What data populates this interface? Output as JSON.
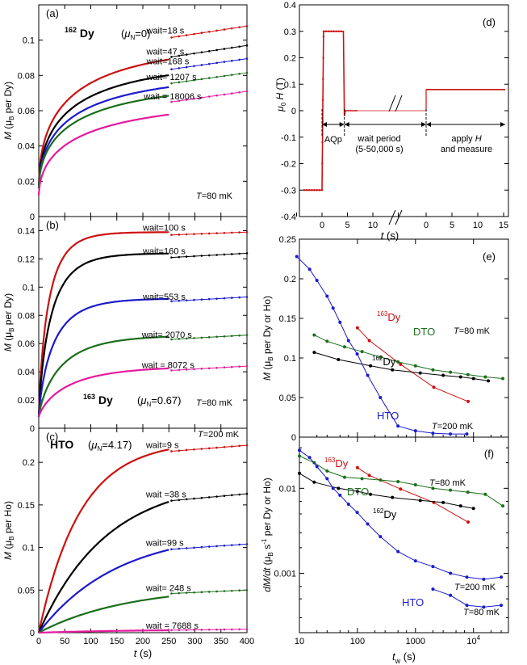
{
  "chart_data": [
    {
      "panel": "(a)",
      "type": "line",
      "title": "162 Dy (μN=0)",
      "title_iso": "162",
      "title_elem": "Dy",
      "title_param": "(μN=0)",
      "temp_label": "T=80 mK",
      "xlabel": "t (s)",
      "ylabel": "M (μB per Dy)",
      "xlim": [
        0,
        400
      ],
      "ylim": [
        0,
        0.12
      ],
      "yticks": [
        "0",
        "0.02",
        "0.04",
        "0.06",
        "0.08",
        "0.1"
      ],
      "series": [
        {
          "name": "wait=18 s",
          "color": "#cc1111",
          "m0": 0.018,
          "a": 0.082,
          "tau": 70,
          "p": 0.55,
          "tail": [
            0.1015,
            0.108
          ]
        },
        {
          "name": "wait=47 s",
          "color": "#000000",
          "m0": 0.016,
          "a": 0.074,
          "tau": 70,
          "p": 0.55,
          "tail": [
            0.0905,
            0.097
          ]
        },
        {
          "name": "wait=168 s",
          "color": "#1a1acc",
          "m0": 0.016,
          "a": 0.067,
          "tau": 75,
          "p": 0.55,
          "tail": [
            0.0835,
            0.0895
          ]
        },
        {
          "name": "wait= 1207 s",
          "color": "#1a6e1a",
          "m0": 0.016,
          "a": 0.062,
          "tau": 80,
          "p": 0.55,
          "tail": [
            0.0755,
            0.0815
          ]
        },
        {
          "name": "wait = 18006 s",
          "color": "#e5199e",
          "m0": 0.012,
          "a": 0.056,
          "tau": 95,
          "p": 0.55,
          "tail": [
            0.065,
            0.071
          ]
        }
      ]
    },
    {
      "panel": "(b)",
      "type": "line",
      "title": "163 Dy (μN=0.67)",
      "title_iso": "163",
      "title_elem": "Dy",
      "title_param": "(μN=0.67)",
      "temp_label": "T=80 mK",
      "xlabel": "t (s)",
      "ylabel": "M (μB per Dy)",
      "xlim": [
        0,
        400
      ],
      "ylim": [
        0,
        0.15
      ],
      "yticks": [
        "0",
        "0.02",
        "0.04",
        "0.06",
        "0.08",
        "0.1",
        "0.12",
        "0.14"
      ],
      "series": [
        {
          "name": "wait=100 s",
          "color": "#cc1111",
          "m0": 0.008,
          "a": 0.131,
          "tau": 20,
          "p": 0.8,
          "tail": [
            0.137,
            0.139
          ]
        },
        {
          "name": "wait=160 s",
          "color": "#000000",
          "m0": 0.008,
          "a": 0.116,
          "tau": 25,
          "p": 0.8,
          "tail": [
            0.121,
            0.124
          ]
        },
        {
          "name": "wait=553 s",
          "color": "#1a1acc",
          "m0": 0.008,
          "a": 0.084,
          "tau": 30,
          "p": 0.8,
          "tail": [
            0.09,
            0.093
          ]
        },
        {
          "name": "wait= 2070 s",
          "color": "#1a6e1a",
          "m0": 0.008,
          "a": 0.058,
          "tau": 45,
          "p": 0.8,
          "tail": [
            0.063,
            0.066
          ]
        },
        {
          "name": "wait = 8072 s",
          "color": "#e5199e",
          "m0": 0.008,
          "a": 0.036,
          "tau": 60,
          "p": 0.8,
          "tail": [
            0.041,
            0.044
          ]
        }
      ]
    },
    {
      "panel": "(c)",
      "type": "line",
      "title": "HTO (μN=4.17)",
      "title_elem": "HTO",
      "title_param": "(μN=4.17)",
      "temp_label": "T=200 mK",
      "xlabel": "t (s)",
      "ylabel": "M (μB per Ho)",
      "xlim": [
        0,
        400
      ],
      "ylim": [
        0,
        0.24
      ],
      "xticks": [
        "0",
        "50",
        "100",
        "150",
        "200",
        "250",
        "300",
        "350",
        "400"
      ],
      "yticks": [
        "0",
        "0.05",
        "0.1",
        "0.15",
        "0.2"
      ],
      "series": [
        {
          "name": "wait=9 s",
          "color": "#cc1111",
          "m0": 0.0,
          "a": 0.225,
          "tau": 80,
          "p": 1.0,
          "tail": [
            0.213,
            0.22
          ]
        },
        {
          "name": "wait =38 s",
          "color": "#000000",
          "m0": 0.0,
          "a": 0.18,
          "tau": 130,
          "p": 1.0,
          "tail": [
            0.155,
            0.163
          ]
        },
        {
          "name": "wait=99 s",
          "color": "#1a1acc",
          "m0": 0.0,
          "a": 0.12,
          "tau": 150,
          "p": 1.0,
          "tail": [
            0.098,
            0.104
          ]
        },
        {
          "name": "wait= 248 s",
          "color": "#1a6e1a",
          "m0": 0.0,
          "a": 0.055,
          "tau": 170,
          "p": 1.0,
          "tail": [
            0.046,
            0.05
          ]
        },
        {
          "name": "wait = 7688 s",
          "color": "#e5199e",
          "m0": 0.0,
          "a": 0.004,
          "tau": 200,
          "p": 1.0,
          "tail": [
            0.003,
            0.004
          ]
        }
      ]
    },
    {
      "panel": "(d)",
      "type": "line",
      "xlabel": "t (s)",
      "ylabel": "μ0 H (T)",
      "ylim": [
        -0.4,
        0.4
      ],
      "yticks": [
        "-0.4",
        "-0.3",
        "-0.2",
        "-0.1",
        "0",
        "0.1",
        "0.2",
        "0.3",
        "0.4"
      ],
      "xticks_left": [
        "0",
        "5",
        "10"
      ],
      "xticks_right": [
        "0",
        "5",
        "10",
        "15"
      ],
      "color": "#cc1111",
      "field_profile": {
        "initial": -0.3,
        "aqp": 0.3,
        "wait": 0.0,
        "measure": 0.08
      },
      "annotations": {
        "aqp": "AQp",
        "wait1": "wait period",
        "wait2": "(5-50,000 s)",
        "apply1": "apply H",
        "apply2": "and measure"
      }
    },
    {
      "panel": "(e)",
      "type": "line",
      "xscale": "log",
      "xlim": [
        10,
        40000
      ],
      "ylim": [
        0,
        0.25
      ],
      "yticks": [
        "0",
        "0.05",
        "0.1",
        "0.15",
        "0.2",
        "0.25"
      ],
      "ylabel": "M (μB per Dy or Ho)",
      "series": [
        {
          "name": "163Dy",
          "label_iso": "163",
          "label_elem": "Dy",
          "color": "#cc1111",
          "x": [
            100,
            160,
            553,
            2070,
            8072
          ],
          "y": [
            0.138,
            0.122,
            0.092,
            0.063,
            0.045
          ]
        },
        {
          "name": "DTO",
          "color": "#1a6e1a",
          "x": [
            18,
            30,
            60,
            120,
            250,
            500,
            1000,
            2000,
            4000,
            8000,
            16000,
            32000
          ],
          "y": [
            0.129,
            0.121,
            0.114,
            0.108,
            0.101,
            0.095,
            0.09,
            0.085,
            0.082,
            0.079,
            0.076,
            0.074
          ]
        },
        {
          "name": "162Dy",
          "label_iso": "162",
          "label_elem": "Dy",
          "color": "#000000",
          "x": [
            18,
            47,
            168,
            400,
            1207,
            3000,
            6000,
            10000,
            18006
          ],
          "y": [
            0.107,
            0.098,
            0.09,
            0.085,
            0.081,
            0.078,
            0.076,
            0.074,
            0.071
          ]
        },
        {
          "name": "HTO",
          "color": "#1a1acc",
          "x": [
            9,
            15,
            20,
            30,
            38,
            50,
            70,
            99,
            150,
            248,
            500,
            1000,
            2000,
            4000,
            7688
          ],
          "y": [
            0.228,
            0.212,
            0.198,
            0.178,
            0.163,
            0.145,
            0.122,
            0.105,
            0.078,
            0.05,
            0.014,
            0.008,
            0.005,
            0.004,
            0.004
          ]
        }
      ],
      "labels": {
        "dto": "DTO",
        "hto": "HTO",
        "t80": "T=80 mK",
        "t200": "T=200 mK"
      }
    },
    {
      "panel": "(f)",
      "type": "line",
      "xscale": "log",
      "yscale": "log",
      "xlim": [
        10,
        40000
      ],
      "ylim": [
        0.0002,
        0.04
      ],
      "xticks": [
        "10",
        "100",
        "1000",
        "10^4"
      ],
      "yticks": [
        "0.001",
        "0.01"
      ],
      "xlabel": "tw (s)",
      "ylabel": "dM/dt (μB s^-1 per Dy or Ho)",
      "series": [
        {
          "name": "163Dy",
          "label_iso": "163",
          "label_elem": "Dy",
          "color": "#cc1111",
          "x": [
            100,
            160,
            553,
            2070,
            8072
          ],
          "y": [
            0.0175,
            0.0142,
            0.0098,
            0.0068,
            0.004
          ]
        },
        {
          "name": "DTO",
          "color": "#1a6e1a",
          "x": [
            10,
            18,
            30,
            60,
            120,
            250,
            500,
            1000,
            2000,
            4000,
            8000,
            16000,
            32000
          ],
          "y": [
            0.024,
            0.02,
            0.016,
            0.0135,
            0.013,
            0.0125,
            0.012,
            0.011,
            0.01,
            0.0095,
            0.009,
            0.0085,
            0.0062
          ]
        },
        {
          "name": "162Dy",
          "label_iso": "162",
          "label_elem": "Dy",
          "color": "#000000",
          "x": [
            10,
            18,
            47,
            100,
            168,
            400,
            1207,
            3000,
            6000,
            10000
          ],
          "y": [
            0.015,
            0.0118,
            0.01,
            0.0092,
            0.0085,
            0.0078,
            0.0072,
            0.0068,
            0.0062,
            0.0058
          ]
        },
        {
          "name": "HTO (T=200 mK)",
          "color": "#1a1acc",
          "x": [
            10,
            15,
            20,
            30,
            38,
            50,
            70,
            99,
            150,
            248,
            500,
            1000,
            2000,
            4000,
            7688,
            15000,
            30000
          ],
          "y": [
            0.028,
            0.023,
            0.018,
            0.013,
            0.01,
            0.0083,
            0.0065,
            0.0052,
            0.0038,
            0.0027,
            0.0018,
            0.0014,
            0.0012,
            0.001,
            0.0009,
            0.00085,
            0.0009
          ]
        },
        {
          "name": "HTO (T=80 mK)",
          "color": "#1a1acc",
          "x": [
            2000,
            4000,
            7688,
            15000,
            30000
          ],
          "y": [
            0.00065,
            0.00055,
            0.00042,
            0.0004,
            0.00042
          ]
        }
      ],
      "labels": {
        "dto": "DTO",
        "hto": "HTO",
        "t80": "T=80 mK",
        "t200": "T=200 mK",
        "t80b": "T=80 mK"
      }
    }
  ]
}
